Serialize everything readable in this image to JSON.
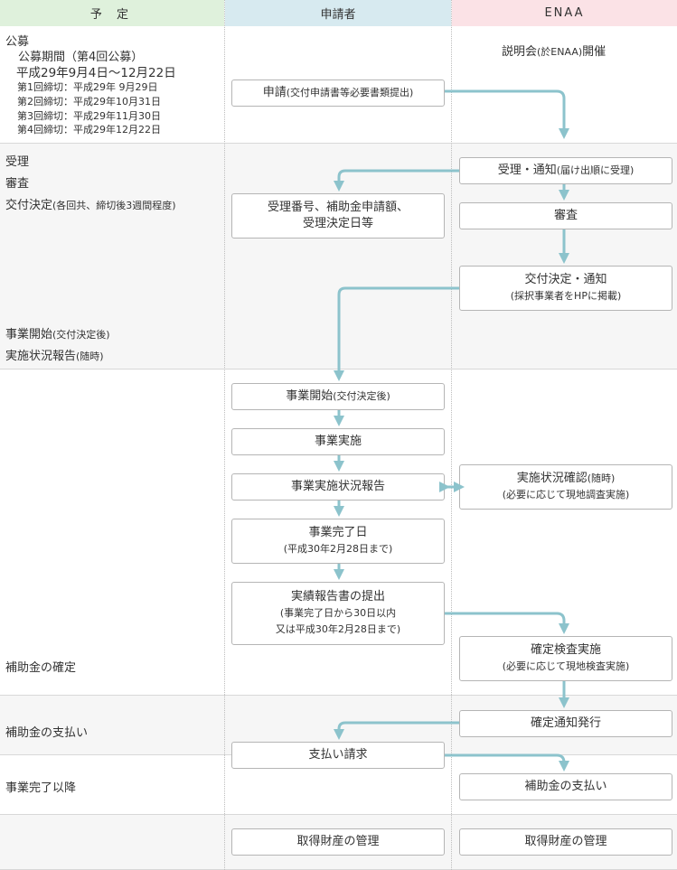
{
  "header": {
    "schedule": "予 定",
    "applicant": "申請者",
    "enaa": "ENAA"
  },
  "schedule": {
    "koubo": "公募",
    "period_title": "公募期間（第4回公募）",
    "period_range": "平成29年9月4日～12月22日",
    "deadlines": [
      "第1回締切：平成29年 9月29日",
      "第2回締切：平成29年10月31日",
      "第3回締切：平成29年11月30日",
      "第4回締切：平成29年12月22日"
    ],
    "juri": "受理",
    "shinsa": "審査",
    "koufu_kettei": "交付決定",
    "koufu_kettei_note": "(各回共、締切後3週間程度)",
    "jigyou_kaishi": "事業開始",
    "jigyou_kaishi_note": "(交付決定後)",
    "jisshi_houkoku": "実施状況報告",
    "jisshi_houkoku_note": "(随時)",
    "kakutei": "補助金の確定",
    "shiharai": "補助金の支払い",
    "kanryou_ikou": "事業完了以降"
  },
  "applicant": {
    "shinsei": "申請",
    "shinsei_note": "(交付申請書等必要書類提出)",
    "juri_bangou_line1": "受理番号、補助金申請額、",
    "juri_bangou_line2": "受理決定日等",
    "jigyou_kaishi": "事業開始",
    "jigyou_kaishi_note": "(交付決定後)",
    "jigyou_jisshi": "事業実施",
    "jisshi_houkoku": "事業実施状況報告",
    "kanryoubi": "事業完了日",
    "kanryoubi_note": "(平成30年2月28日まで)",
    "jisseki": "実績報告書の提出",
    "jisseki_note1": "(事業完了日から30日以内",
    "jisseki_note2": "又は平成30年2月28日まで)",
    "shiharai_seikyu": "支払い請求",
    "zaisan": "取得財産の管理"
  },
  "enaa": {
    "setsumeikai_prefix": "説明会",
    "setsumeikai_note": "(於ENAA)",
    "setsumeikai_suffix": "開催",
    "juri_tsuchi": "受理・通知",
    "juri_tsuchi_note": "(届け出順に受理)",
    "shinsa": "審査",
    "koufu_tsuchi": "交付決定・通知",
    "koufu_tsuchi_note": "(採択事業者をHPに掲載)",
    "jisshi_kakunin": "実施状況確認",
    "jisshi_kakunin_note1": "(随時)",
    "jisshi_kakunin_note2": "(必要に応じて現地調査実施)",
    "kakutei_kensa": "確定検査実施",
    "kakutei_kensa_note": "(必要に応じて現地検査実施)",
    "kakutei_tsuchi": "確定通知発行",
    "shiharai": "補助金の支払い",
    "zaisan": "取得財産の管理"
  },
  "colors": {
    "arrow": "#8cc3cc",
    "schedule_header": "#dff1dc",
    "applicant_header": "#d7eaf0",
    "enaa_header": "#fbe2e6"
  }
}
